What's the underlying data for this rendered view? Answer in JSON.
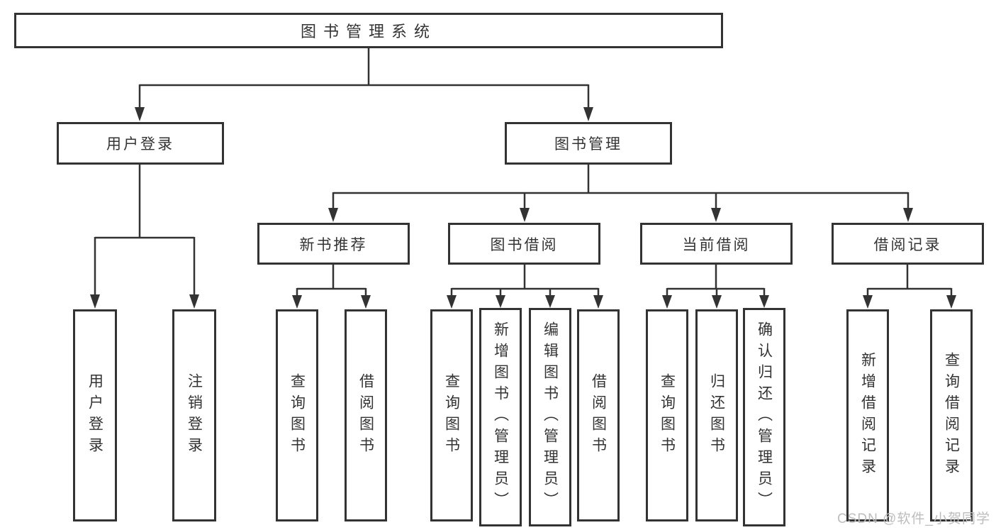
{
  "diagram": {
    "title": "图书管理系统",
    "user_login": {
      "label": "用户登录",
      "children": [
        {
          "label": "用户登录"
        },
        {
          "label": "注销登录"
        }
      ]
    },
    "book_mgmt": {
      "label": "图书管理"
    },
    "new_book": {
      "label": "新书推荐",
      "children": [
        {
          "label": "查询图书"
        },
        {
          "label": "借阅图书"
        }
      ]
    },
    "book_borrow": {
      "label": "图书借阅",
      "children": [
        {
          "label": "查询图书"
        },
        {
          "label": "新增图书（管理员）"
        },
        {
          "label": "编辑图书（管理员）"
        },
        {
          "label": "借阅图书"
        }
      ]
    },
    "current_borrow": {
      "label": "当前借阅",
      "children": [
        {
          "label": "查询图书"
        },
        {
          "label": "归还图书"
        },
        {
          "label": "确认归还（管理员）"
        }
      ]
    },
    "borrow_record": {
      "label": "借阅记录",
      "children": [
        {
          "label": "新增借阅记录"
        },
        {
          "label": "查询借阅记录"
        }
      ]
    }
  },
  "watermark": {
    "text": "CSDN @软件_小贺同学"
  },
  "colors": {
    "line": "#333333",
    "text": "#333333",
    "box_bg": "#ffffff",
    "watermark": "#bdbdbd"
  }
}
